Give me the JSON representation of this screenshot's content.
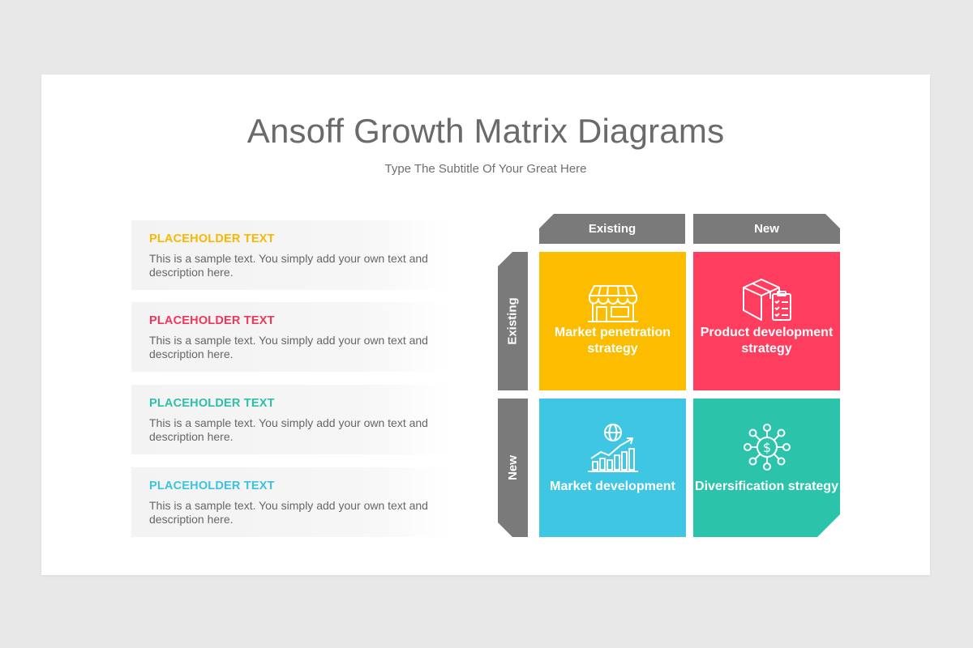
{
  "title": "Ansoff Growth Matrix Diagrams",
  "subtitle": "Type The Subtitle Of Your Great Here",
  "items": [
    {
      "heading": "PLACEHOLDER TEXT",
      "text": "This is a sample text. You simply add your own text and description here.",
      "color": "#f9b800"
    },
    {
      "heading": "PLACEHOLDER TEXT",
      "text": "This is a sample text. You simply add your own text and description here.",
      "color": "#f0365c"
    },
    {
      "heading": "PLACEHOLDER TEXT",
      "text": "This is a sample text. You simply add your own text and description here.",
      "color": "#2fbfa7"
    },
    {
      "heading": "PLACEHOLDER TEXT",
      "text": "This is a sample text. You simply add your own text and description here.",
      "color": "#3cc3e1"
    }
  ],
  "matrix": {
    "columns": [
      "Existing",
      "New"
    ],
    "rows": [
      "Existing",
      "New"
    ],
    "header_color": "#7a7a7a",
    "cells": [
      {
        "label": "Market penetration strategy",
        "icon": "store-icon",
        "color": "#fcbd00"
      },
      {
        "label": "Product development strategy",
        "icon": "box-checklist-icon",
        "color": "#ff3d5e"
      },
      {
        "label": "Market development",
        "icon": "globe-growth-chart-icon",
        "color": "#3ec6e2"
      },
      {
        "label": "Diversification strategy",
        "icon": "dollar-network-icon",
        "color": "#2bc3aa"
      }
    ]
  }
}
